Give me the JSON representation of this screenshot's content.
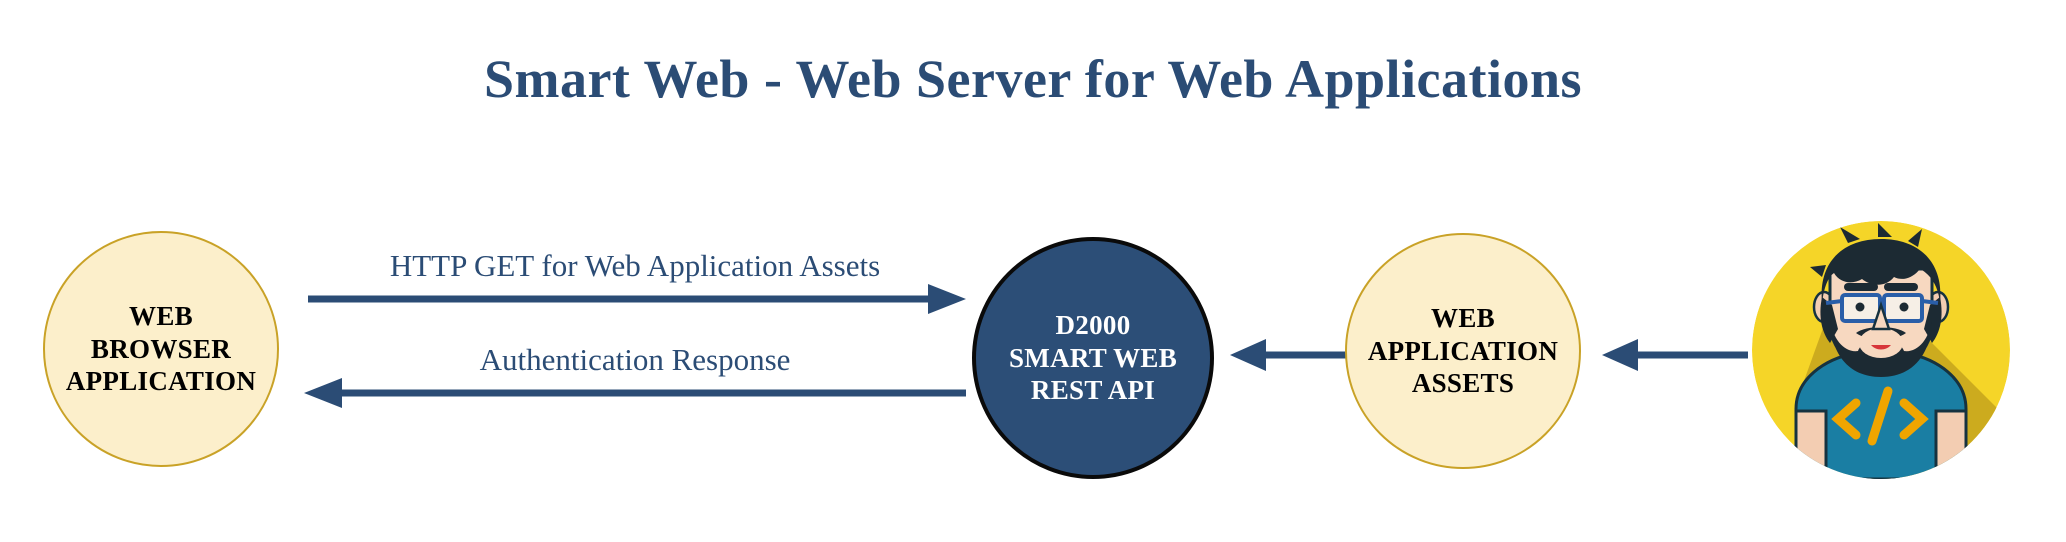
{
  "title": "Smart Web - Web Server for Web Applications",
  "colors": {
    "title_blue": "#2b4c75",
    "node_cream_fill": "#fcefcb",
    "node_cream_border": "#c9a227",
    "node_dark_fill": "#2c4e77",
    "node_dark_border": "#0a0a0a",
    "arrow_blue": "#2b4c75",
    "avatar_yellow": "#f5d528",
    "avatar_shadow": "#ccab1e",
    "avatar_shirt": "#1a7ea3",
    "avatar_hair": "#1c2a33",
    "avatar_skin": "#f7d8c0",
    "avatar_code_symbol": "#f0a500"
  },
  "nodes": [
    {
      "id": "web-browser-application",
      "label": "WEB\nBROWSER\nAPPLICATION",
      "shape": "circle",
      "style": "cream"
    },
    {
      "id": "d2000-smart-web-rest-api",
      "label": "D2000\nSMART WEB\nREST API",
      "shape": "circle",
      "style": "dark"
    },
    {
      "id": "web-application-assets",
      "label": "WEB\nAPPLICATION\nASSETS",
      "shape": "circle",
      "style": "cream"
    },
    {
      "id": "developer",
      "label": "",
      "shape": "avatar",
      "style": "illustration",
      "icon": "developer-avatar-icon",
      "shirt_text": "</>"
    }
  ],
  "connectors": [
    {
      "id": "http-get-assets",
      "label": "HTTP GET for Web Application Assets",
      "from": "web-browser-application",
      "to": "d2000-smart-web-rest-api",
      "direction": "right"
    },
    {
      "id": "authentication-response",
      "label": "Authentication Response",
      "from": "d2000-smart-web-rest-api",
      "to": "web-browser-application",
      "direction": "left"
    },
    {
      "id": "assets-to-api",
      "label": "",
      "from": "web-application-assets",
      "to": "d2000-smart-web-rest-api",
      "direction": "left"
    },
    {
      "id": "developer-to-assets",
      "label": "",
      "from": "developer",
      "to": "web-application-assets",
      "direction": "left"
    }
  ]
}
